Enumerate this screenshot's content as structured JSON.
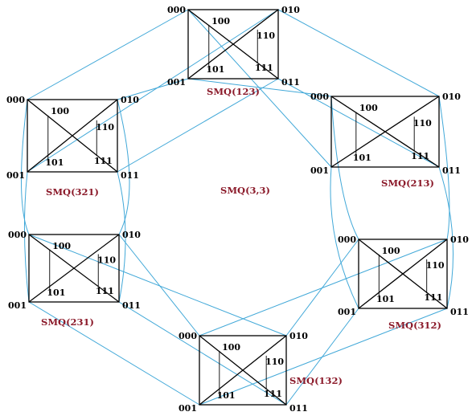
{
  "diagram": {
    "center_label": "SMQ(3,3)",
    "vertex_labels": [
      "000",
      "100",
      "010",
      "110",
      "001",
      "101",
      "011",
      "111"
    ],
    "cubes": [
      {
        "name": "SMQ(123)"
      },
      {
        "name": "SMQ(213)"
      },
      {
        "name": "SMQ(312)"
      },
      {
        "name": "SMQ(132)"
      },
      {
        "name": "SMQ(231)"
      },
      {
        "name": "SMQ(321)"
      }
    ],
    "colors": {
      "edge": "#000000",
      "link": "#41a8d8",
      "label": "#8b1a2a"
    }
  }
}
